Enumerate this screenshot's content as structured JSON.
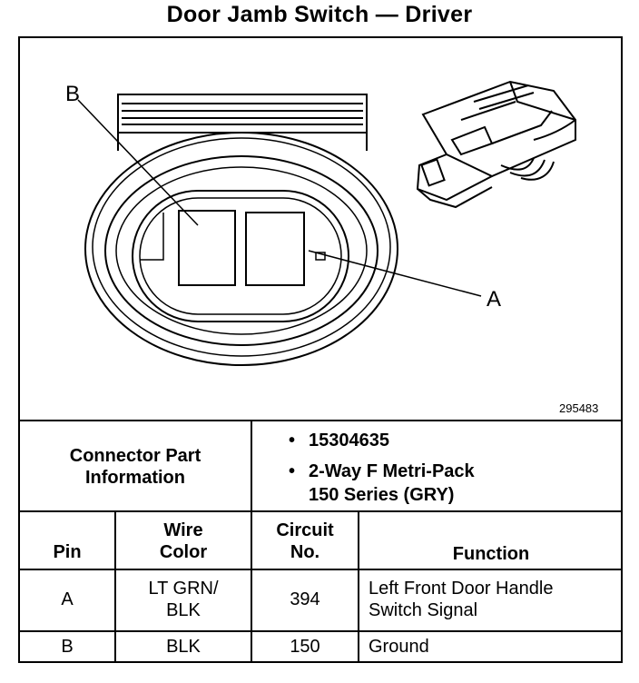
{
  "title": "Door Jamb Switch — Driver",
  "figure_number": "295483",
  "callouts": {
    "b": "B",
    "a": "A"
  },
  "connector_info": {
    "label_line1": "Connector Part",
    "label_line2": "Information",
    "bullet": "•",
    "items": [
      {
        "line1": "15304635",
        "line2": ""
      },
      {
        "line1": "2-Way F Metri-Pack",
        "line2": "150 Series (GRY)"
      }
    ]
  },
  "table": {
    "headers": {
      "pin": "Pin",
      "wire_color_1": "Wire",
      "wire_color_2": "Color",
      "circuit_1": "Circuit",
      "circuit_2": "No.",
      "function": "Function"
    },
    "rows": [
      {
        "pin": "A",
        "wire_1": "LT GRN/",
        "wire_2": "BLK",
        "circuit": "394",
        "function_1": "Left Front Door Handle",
        "function_2": "Switch Signal"
      },
      {
        "pin": "B",
        "wire_1": "BLK",
        "wire_2": "",
        "circuit": "150",
        "function_1": "Ground",
        "function_2": ""
      }
    ]
  }
}
